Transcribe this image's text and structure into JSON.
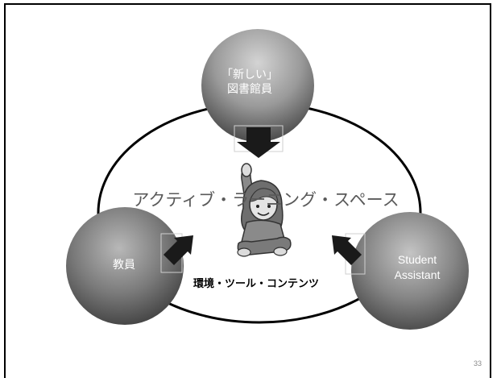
{
  "slide": {
    "center_title": "アクティブ・ラーニング・スペース",
    "center_subtitle": "環境・ツール・コンテンツ",
    "page_number": "33"
  },
  "nodes": {
    "librarian": "「新しい」\n図書館員",
    "faculty": "教員",
    "student_assistant": "Student\nAssistant"
  },
  "icons": {
    "figure": "student-raising-hand-icon",
    "arrow_down": "arrow-down-icon",
    "arrow_left": "arrow-up-right-icon",
    "arrow_right": "arrow-up-left-icon"
  },
  "colors": {
    "circle_light": "#cfcfcf",
    "circle_dark": "#4a4a4a",
    "ellipse_stroke": "#000000",
    "arrow": "#1a1a1a"
  }
}
